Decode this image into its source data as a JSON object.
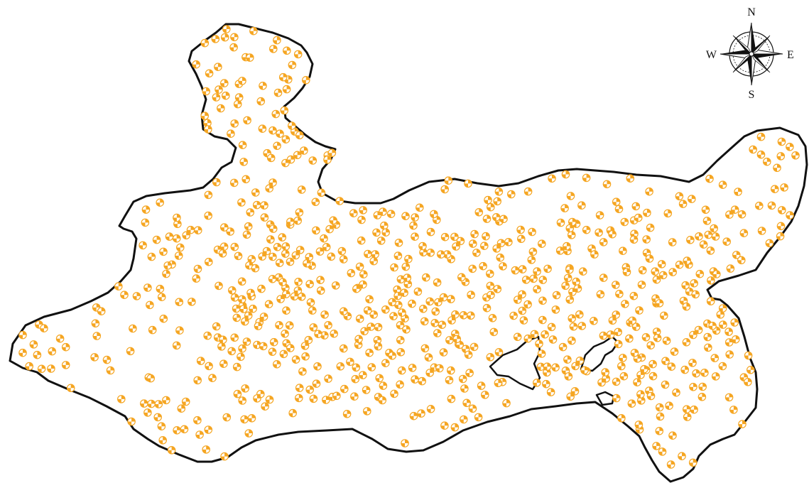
{
  "compass": {
    "north": "N",
    "south": "S",
    "east": "E",
    "west": "W"
  },
  "colors": {
    "marker": "#f5a623",
    "outline": "#111111",
    "background": "#ffffff"
  },
  "icons": {
    "marker": "quartered-circle-marker-icon",
    "compass": "compass-rose-icon"
  }
}
